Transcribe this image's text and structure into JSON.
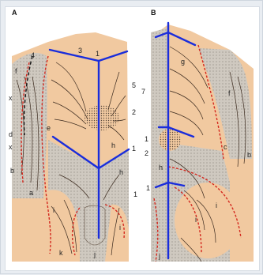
{
  "panels": {
    "left": {
      "letter": "A"
    },
    "right": {
      "letter": "B"
    }
  },
  "labels": {
    "a": "a",
    "b": "b",
    "c": "c",
    "d": "d",
    "e": "e",
    "f": "f",
    "g": "g",
    "h": "h",
    "i": "i",
    "j": "j",
    "k": "k",
    "x": "x",
    "n1": "1",
    "n2": "2",
    "n3": "3",
    "n4": "4",
    "n5": "5",
    "n7": "7"
  },
  "colors": {
    "skin": "#f1c9a0",
    "shaded": "#d5d0c8",
    "blue_lines": "#1a2ddb",
    "red_dashes": "#d4291f",
    "lymph": "#3b2a1e"
  }
}
